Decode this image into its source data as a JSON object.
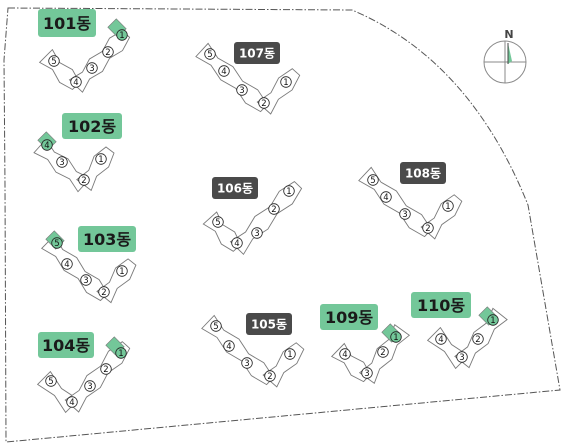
{
  "colors": {
    "highlight": "#73C799",
    "highlight_text": "#1a1a1a",
    "label_dark": "#4a4a4a",
    "label_dark_text": "#ffffff",
    "outline": "#7a7a7a",
    "boundary": "#555555"
  },
  "compass": {
    "label": "N",
    "icon": "compass-rose-icon"
  },
  "buildings": [
    {
      "id": "101",
      "label": "101동",
      "highlighted": true,
      "units": [
        "1",
        "2",
        "3",
        "4",
        "5"
      ],
      "highlight_unit": "1"
    },
    {
      "id": "102",
      "label": "102동",
      "highlighted": true,
      "units": [
        "4",
        "3",
        "2",
        "1"
      ],
      "highlight_unit": "4"
    },
    {
      "id": "103",
      "label": "103동",
      "highlighted": true,
      "units": [
        "5",
        "4",
        "3",
        "2",
        "1"
      ],
      "highlight_unit": "5"
    },
    {
      "id": "104",
      "label": "104동",
      "highlighted": true,
      "units": [
        "1",
        "2",
        "3",
        "4",
        "5"
      ],
      "highlight_unit": "1"
    },
    {
      "id": "105",
      "label": "105동",
      "highlighted": false,
      "units": [
        "5",
        "4",
        "3",
        "2",
        "1"
      ]
    },
    {
      "id": "106",
      "label": "106동",
      "highlighted": false,
      "units": [
        "1",
        "2",
        "3",
        "4",
        "5"
      ]
    },
    {
      "id": "107",
      "label": "107동",
      "highlighted": false,
      "units": [
        "5",
        "4",
        "3",
        "2",
        "1"
      ]
    },
    {
      "id": "108",
      "label": "108동",
      "highlighted": false,
      "units": [
        "5",
        "4",
        "3",
        "2",
        "1"
      ]
    },
    {
      "id": "109",
      "label": "109동",
      "highlighted": true,
      "units": [
        "1",
        "2",
        "3",
        "4"
      ],
      "highlight_unit": "1"
    },
    {
      "id": "110",
      "label": "110동",
      "highlighted": true,
      "units": [
        "1",
        "2",
        "3",
        "4"
      ],
      "highlight_unit": "1"
    }
  ]
}
